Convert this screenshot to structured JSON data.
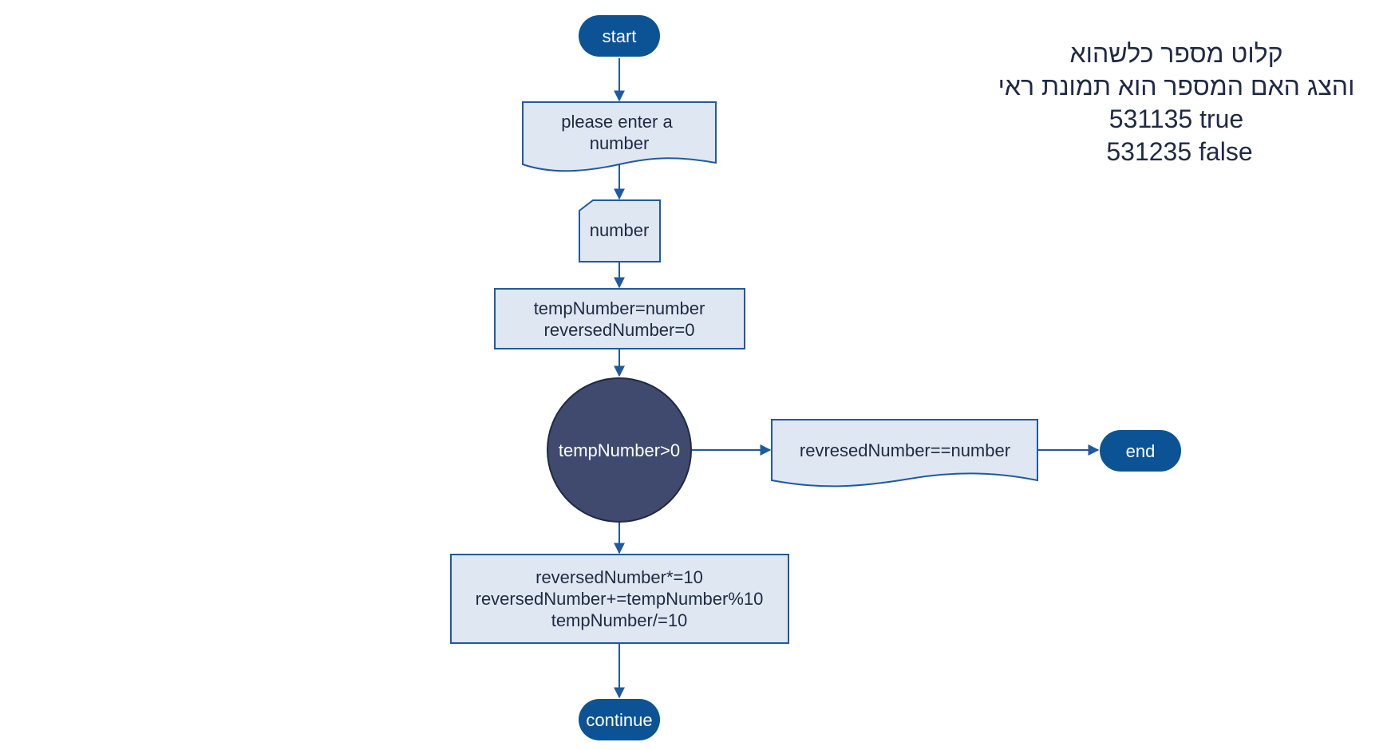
{
  "flowchart": {
    "start": "start",
    "prompt": {
      "line1": "please enter a",
      "line2": "number"
    },
    "input": "number",
    "init": {
      "line1": "tempNumber=number",
      "line2": "reversedNumber=0"
    },
    "condition": "tempNumber>0",
    "loop_body": {
      "line1": "reversedNumber*=10",
      "line2": "reversedNumber+=tempNumber%10",
      "line3": "tempNumber/=10"
    },
    "continue": "continue",
    "output": "revresedNumber==number",
    "end": "end"
  },
  "task_note": {
    "line1": "קלוט מספר כלשהוא",
    "line2": "והצג האם המספר הוא תמונת ראי",
    "line3": "531135 true",
    "line4": "531235 false"
  },
  "colors": {
    "terminal_fill": "#0b5394",
    "box_fill": "#dfe7f2",
    "box_stroke": "#1f5aa0",
    "decision_fill": "#3f4a6e",
    "line": "#1f5aa0",
    "text_dark": "#1f2a44"
  }
}
